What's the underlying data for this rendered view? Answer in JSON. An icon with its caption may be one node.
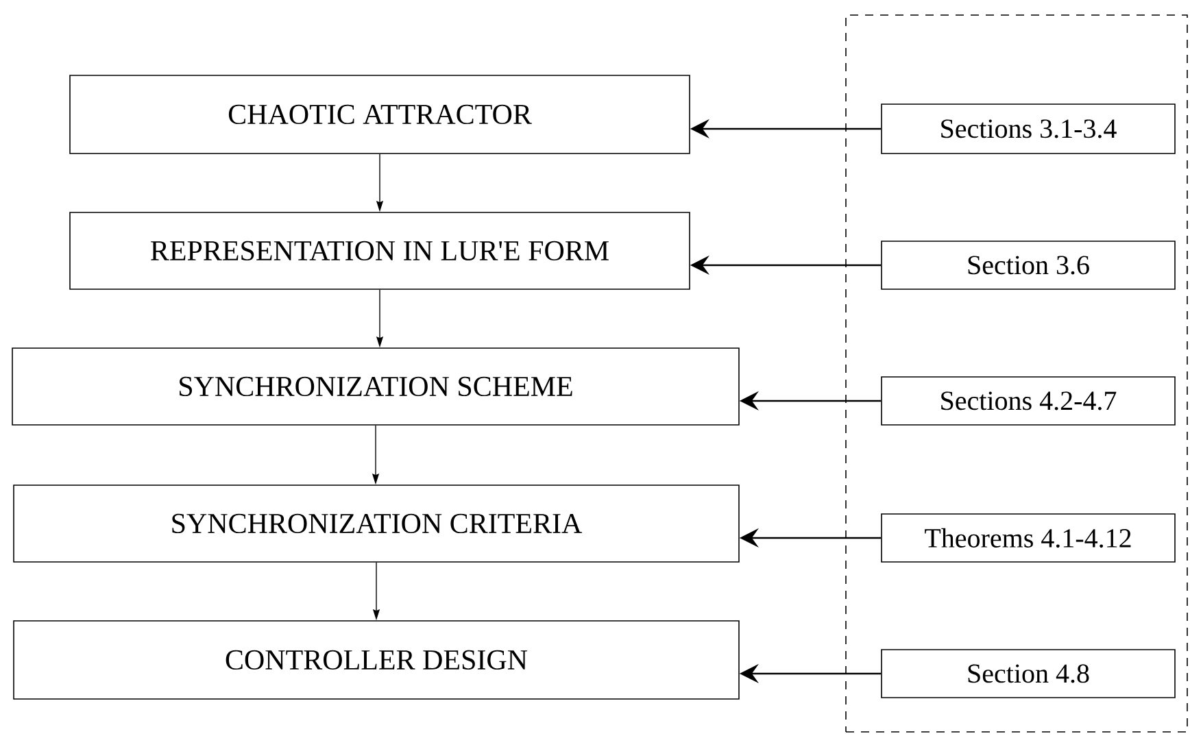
{
  "diagram": {
    "nodes": [
      {
        "text": [],
        "shape": "box"
      },
      {
        "text": [
          "CHAOTIC ATTRACTOR"
        ]
      },
      {
        "text": [
          "REPRESENTATION IN LUR'E FORM"
        ]
      },
      {
        "text": [
          "SYNCHRONIZATION SCHEME"
        ]
      },
      {
        "text": [
          "SYNCHRONIZATION CRITERIA"
        ]
      },
      {
        "text": [
          "CONTROLLER DESIGN"
        ]
      },
      {
        "text": [
          "Sections 3.1-3.4"
        ],
        "in": 0
      },
      {
        "text": [
          "Section 3.6"
        ],
        "in": 0
      },
      {
        "text": [
          "Sections 4.2-4.7"
        ],
        "in": 0
      },
      {
        "text": [
          "Theorems 4.1-4.12"
        ],
        "in": 0
      },
      {
        "text": [
          "Section 4.8"
        ],
        "in": 0
      }
    ],
    "edges": [
      {
        "from": 1,
        "to": 2,
        "arrow": "to"
      },
      {
        "from": 2,
        "to": 3,
        "arrow": "to"
      },
      {
        "from": 3,
        "to": 4,
        "arrow": "to"
      },
      {
        "from": 4,
        "to": 5,
        "arrow": "to"
      },
      {
        "from": 6,
        "to": 1,
        "arrow": "to"
      },
      {
        "from": 7,
        "to": 2,
        "arrow": "to"
      },
      {
        "from": 8,
        "to": 3,
        "arrow": "to"
      },
      {
        "from": 9,
        "to": 4,
        "arrow": "to"
      },
      {
        "from": 10,
        "to": 5,
        "arrow": "to"
      }
    ]
  }
}
